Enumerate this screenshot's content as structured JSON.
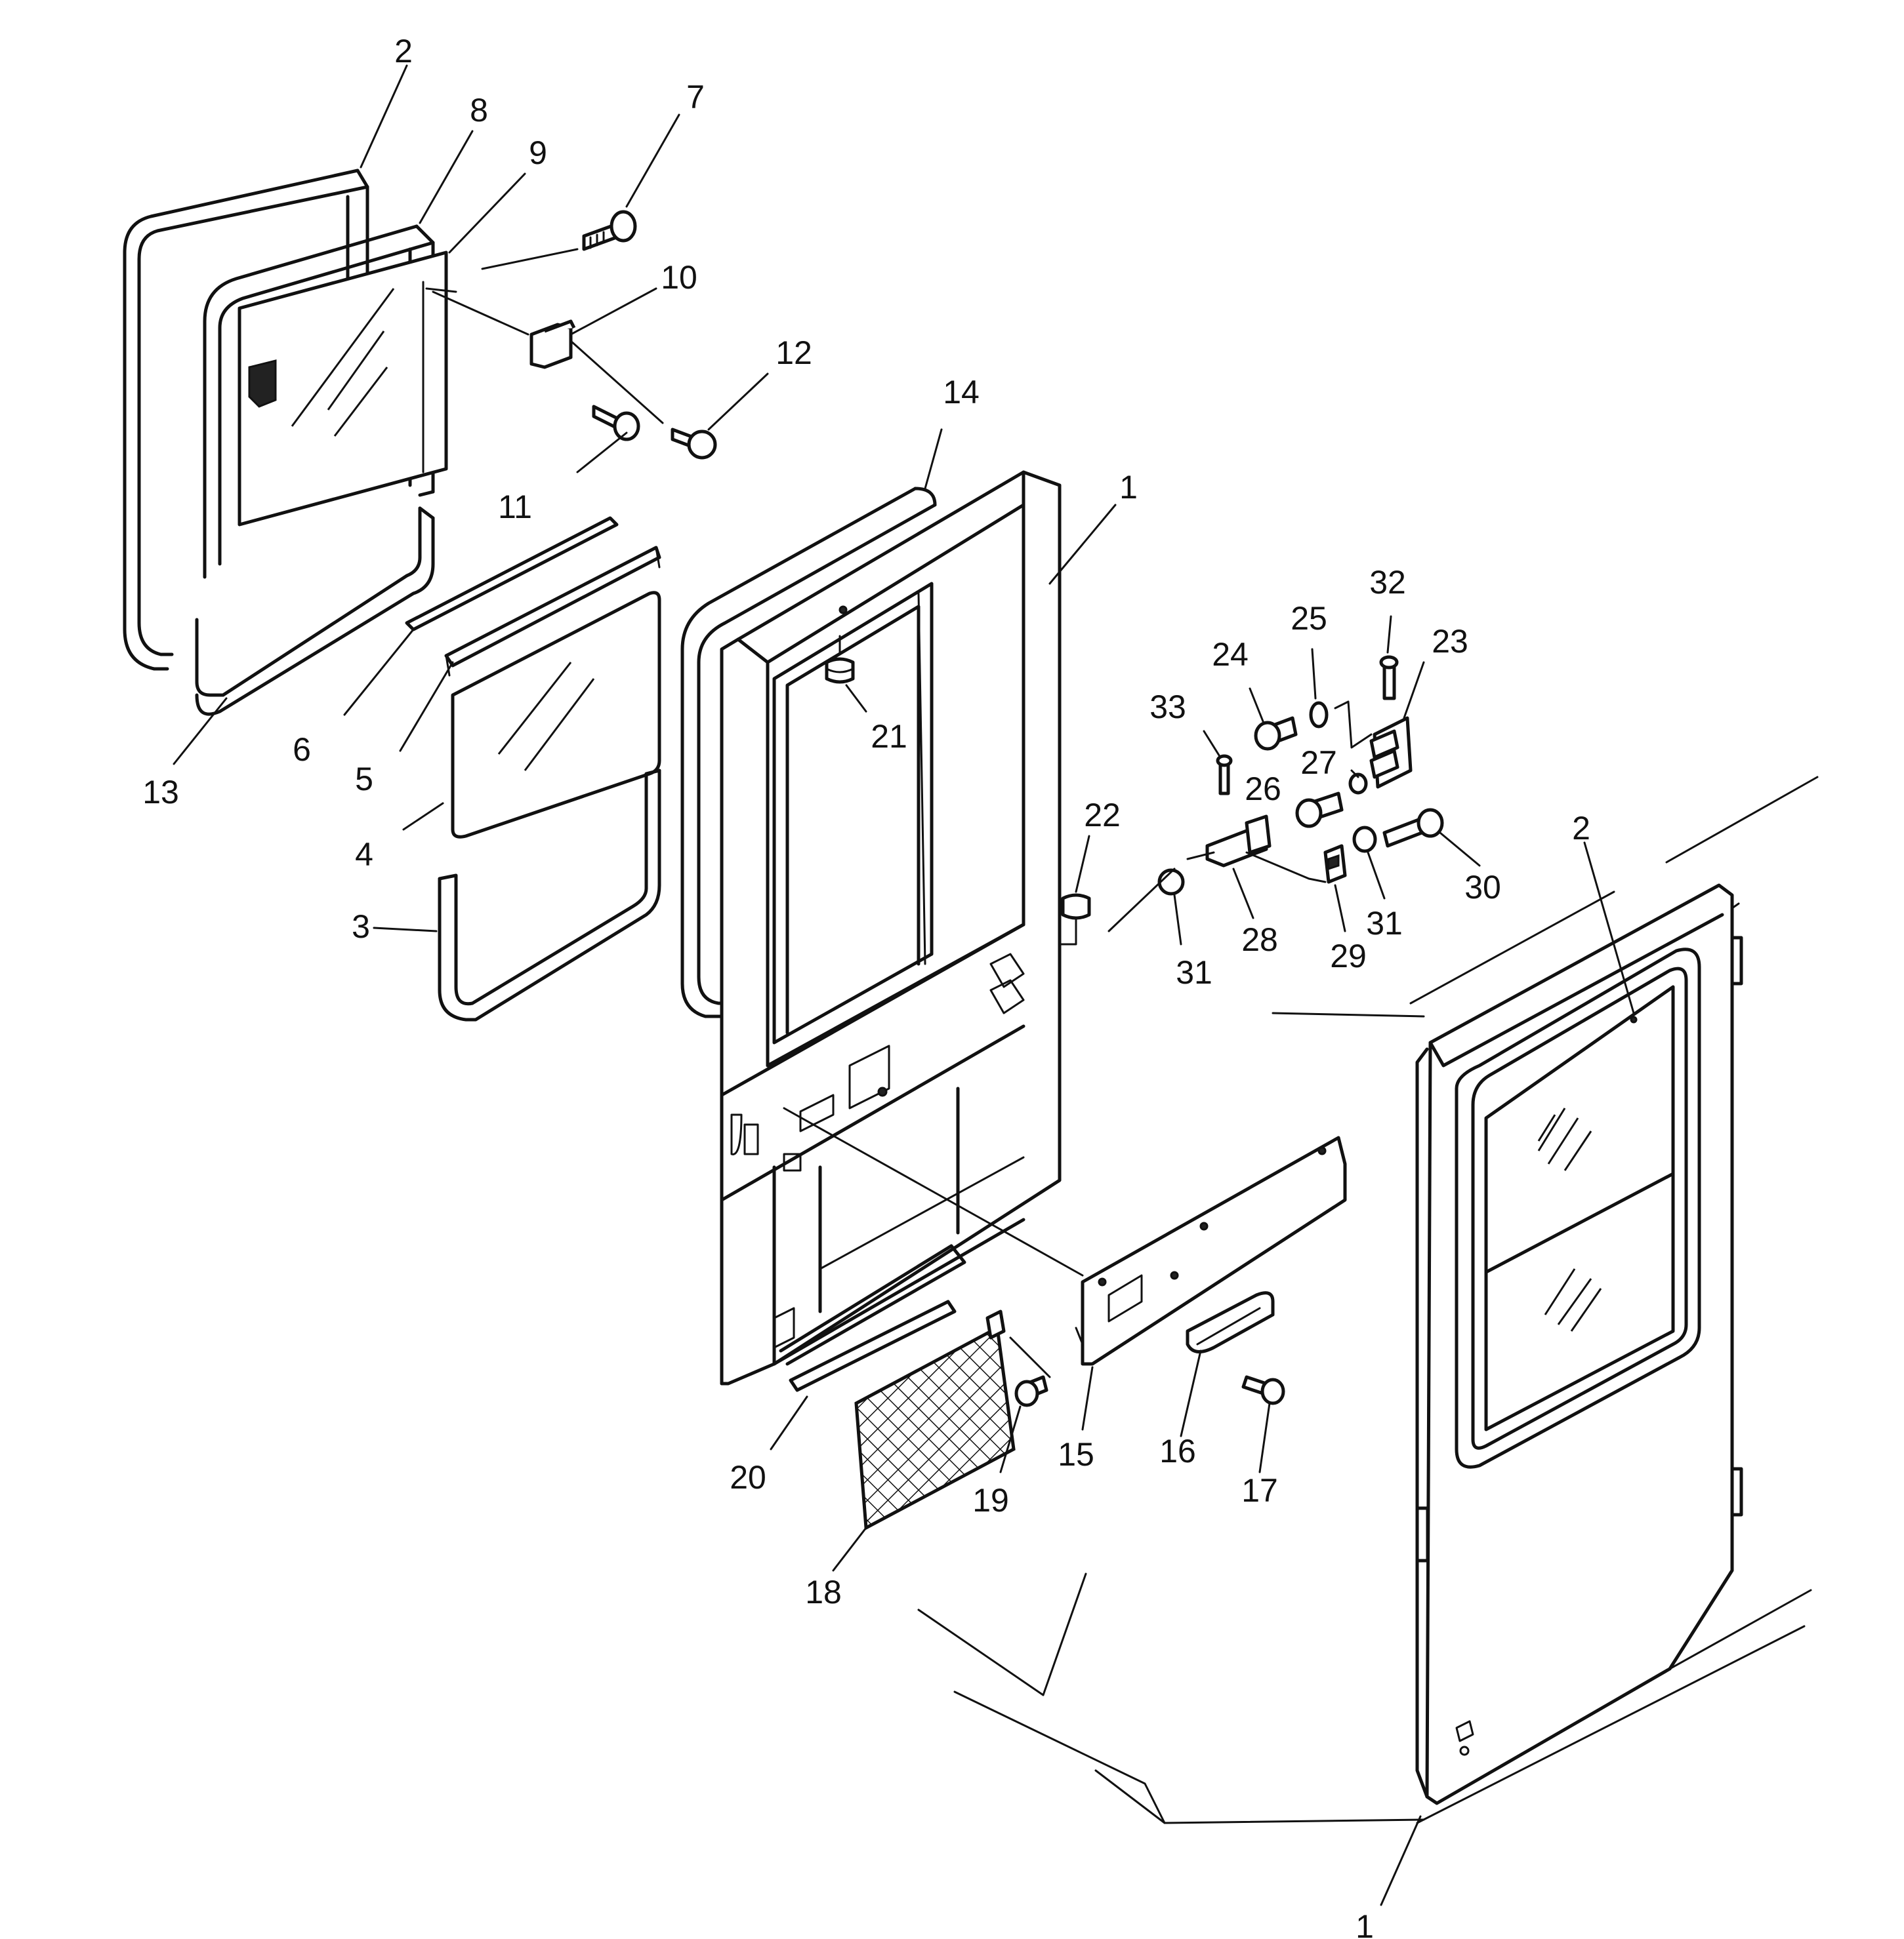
{
  "callouts": [
    {
      "n": "2"
    },
    {
      "n": "8"
    },
    {
      "n": "7"
    },
    {
      "n": "9"
    },
    {
      "n": "10"
    },
    {
      "n": "12"
    },
    {
      "n": "14"
    },
    {
      "n": "11"
    },
    {
      "n": "1"
    },
    {
      "n": "6"
    },
    {
      "n": "5"
    },
    {
      "n": "13"
    },
    {
      "n": "21"
    },
    {
      "n": "4"
    },
    {
      "n": "3"
    },
    {
      "n": "32"
    },
    {
      "n": "25"
    },
    {
      "n": "24"
    },
    {
      "n": "23"
    },
    {
      "n": "33"
    },
    {
      "n": "27"
    },
    {
      "n": "26"
    },
    {
      "n": "22"
    },
    {
      "n": "2"
    },
    {
      "n": "30"
    },
    {
      "n": "31"
    },
    {
      "n": "28"
    },
    {
      "n": "29"
    },
    {
      "n": "31"
    },
    {
      "n": "20"
    },
    {
      "n": "19"
    },
    {
      "n": "15"
    },
    {
      "n": "16"
    },
    {
      "n": "17"
    },
    {
      "n": "18"
    },
    {
      "n": "1"
    }
  ]
}
